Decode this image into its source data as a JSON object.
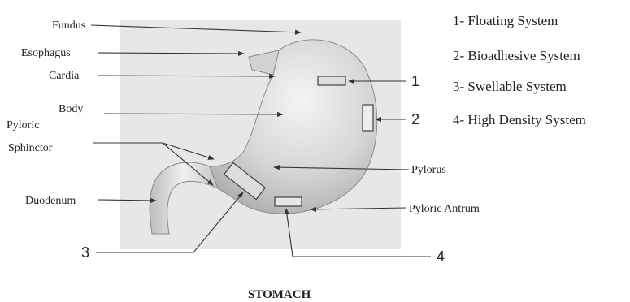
{
  "diagram": {
    "labels": {
      "fundus": "Fundus",
      "esophagus": "Esophagus",
      "cardia": "Cardia",
      "body": "Body",
      "pyloric_sphinctor_line1": "Pyloric",
      "pyloric_sphinctor_line2": "Sphinctor",
      "duodenum": "Duodenum",
      "pylorus": "Pylorus",
      "pyloric_antrum": "Pyloric Antrum"
    },
    "markers": {
      "m1": "1",
      "m2": "2",
      "m3": "3",
      "m4": "4"
    },
    "legend": [
      {
        "text": "1- Floating System"
      },
      {
        "text": "2- Bioadhesive System"
      },
      {
        "text": "3- Swellable System"
      },
      {
        "text": "4- High Density System"
      }
    ],
    "caption": "STOMACH"
  }
}
